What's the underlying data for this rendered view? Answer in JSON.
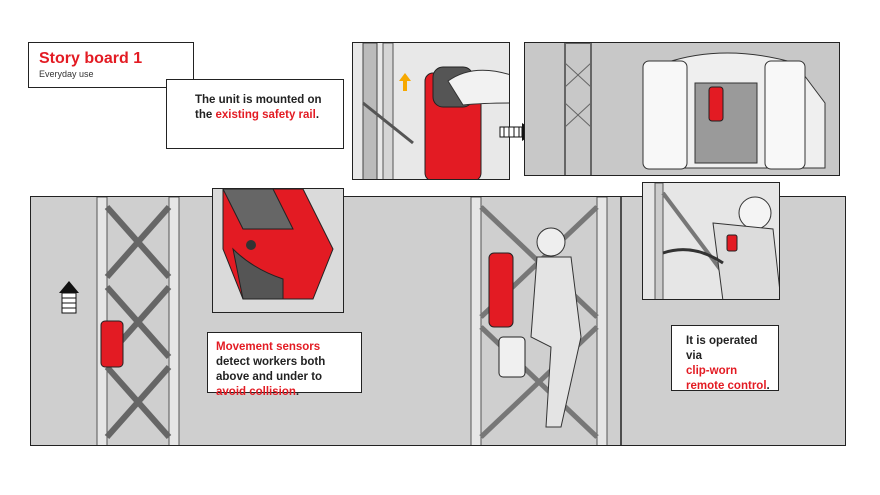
{
  "header": {
    "title": "Story board 1",
    "subtitle": "Everyday use"
  },
  "captions": {
    "mount": {
      "part1": "The unit is mounted on",
      "part2": "the ",
      "highlight": "existing safety rail",
      "part3": "."
    },
    "sensors": {
      "highlight1": "Movement sensors",
      "part1": " detect workers both above and under to ",
      "highlight2": "avoid collision",
      "part2": "."
    },
    "remote": {
      "part1": "It is operated via",
      "highlight": "clip-worn  remote control",
      "part2": "."
    }
  },
  "colors": {
    "accent": "#e31b23",
    "ink": "#222222",
    "panel_gray": "#cfcfcf"
  },
  "icons": [
    "up-arrow-icon",
    "right-arrow-icon",
    "hatched-up-arrow-icon"
  ]
}
